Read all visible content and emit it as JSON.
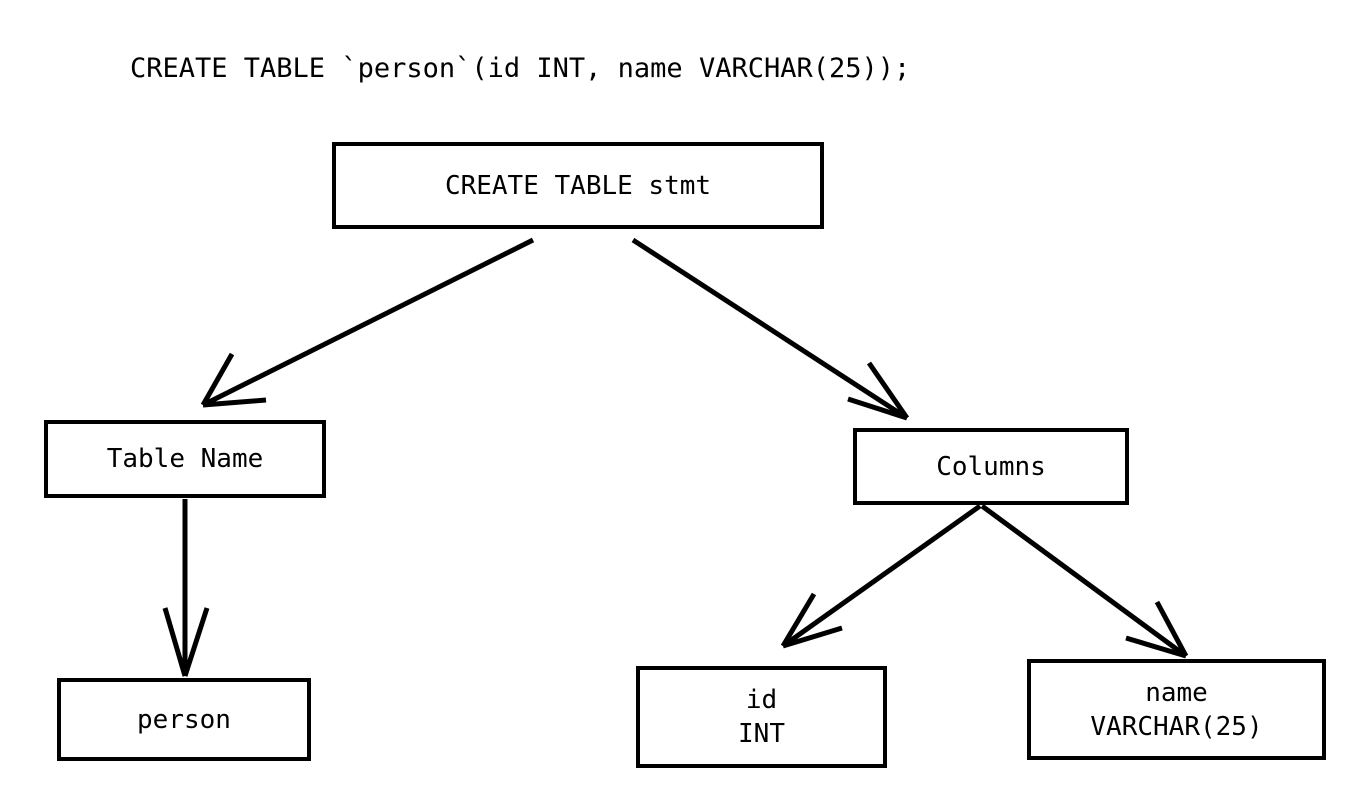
{
  "figure": {
    "title": "CREATE TABLE `person`(id INT, name VARCHAR(25));",
    "background_color": "#ffffff",
    "stroke_color": "#000000",
    "text_color": "#000000"
  },
  "tree": {
    "root": {
      "label": "CREATE TABLE stmt"
    },
    "children": [
      {
        "label": "Table Name",
        "child": {
          "label": "person"
        }
      },
      {
        "label": "Columns",
        "columns": [
          {
            "name": "id",
            "type": "INT"
          },
          {
            "name": "name",
            "type": "VARCHAR(25)"
          }
        ]
      }
    ]
  },
  "edges": [
    {
      "from": "CREATE TABLE stmt",
      "to": "Table Name"
    },
    {
      "from": "CREATE TABLE stmt",
      "to": "Columns"
    },
    {
      "from": "Table Name",
      "to": "person"
    },
    {
      "from": "Columns",
      "to": "id"
    },
    {
      "from": "Columns",
      "to": "name"
    }
  ]
}
